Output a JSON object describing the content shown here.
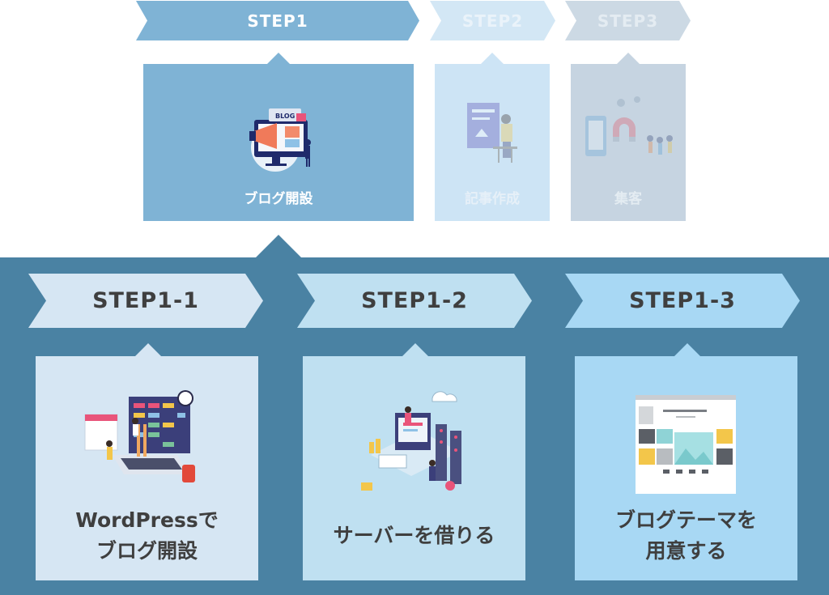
{
  "steps": [
    {
      "label": "STEP1",
      "title": "ブログ開設"
    },
    {
      "label": "STEP2",
      "title": "記事作成"
    },
    {
      "label": "STEP3",
      "title": "集客"
    }
  ],
  "substeps": [
    {
      "label": "STEP1-1",
      "title_line1": "WordPressで",
      "title_line2": "ブログ開設"
    },
    {
      "label": "STEP1-2",
      "title_line1": "サーバーを借りる",
      "title_line2": ""
    },
    {
      "label": "STEP1-3",
      "title_line1": "ブログテーマを",
      "title_line2": "用意する"
    }
  ],
  "illustrations": {
    "step1": "blog-megaphone-illustration",
    "step2": "writing-person-illustration",
    "step3": "magnet-attraction-illustration",
    "sub1": "calendar-planning-illustration",
    "sub2": "server-network-illustration",
    "sub3": "web-theme-layout-illustration"
  },
  "colors": {
    "step_active": "#7fb3d5",
    "step_inactive": "#c9e1f3",
    "step3_bg": "#c4d3e2",
    "panel": "#4a82a3",
    "sub1": "#d6e6f3",
    "sub2": "#bfe0f1",
    "sub3": "#a8d8f4"
  }
}
